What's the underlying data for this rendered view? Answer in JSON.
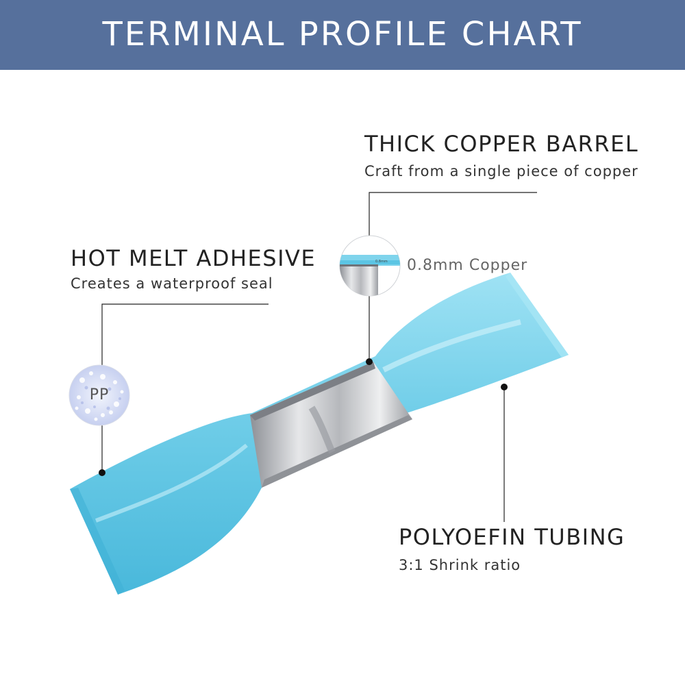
{
  "header": {
    "title": "TERMINAL PROFILE CHART",
    "background": "#56709c"
  },
  "callouts": {
    "barrel": {
      "title": "THICK COPPER BARREL",
      "subtitle": "Craft from a single piece of copper",
      "detail": "0.8mm Copper",
      "detail_small": "0.8mm"
    },
    "adhesive": {
      "title": "HOT MELT ADHESIVE",
      "subtitle": "Creates a waterproof seal",
      "material": "PP"
    },
    "tubing": {
      "title": "POLYOEFIN TUBING",
      "subtitle": "3:1 Shrink ratio"
    }
  },
  "colors": {
    "tubing": "#7fd4ec",
    "tubing_dark": "#4fbfe0",
    "copper": "#b9bbbf",
    "leader": "#222222"
  }
}
